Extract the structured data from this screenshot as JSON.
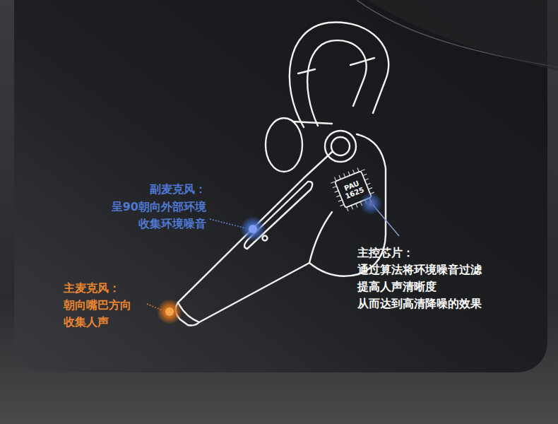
{
  "diagram": {
    "nodes": [
      {
        "text": [
          "PAU 1625"
        ]
      }
    ],
    "labels": [
      "副麦克风：",
      "呈90朝向外部环境 收集环境噪音",
      "主麦克风：",
      "朝向嘴巴方向 收集人声",
      "主控芯片：",
      "通过算法将环境噪音过滤 提高人声清晰度 从而达到高清降噪的效果"
    ]
  }
}
